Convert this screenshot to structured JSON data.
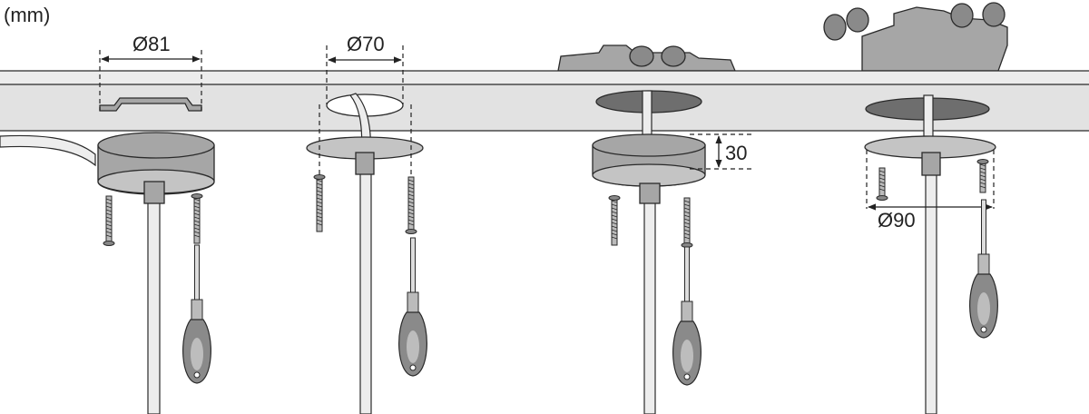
{
  "unit_label": "(mm)",
  "dimensions": {
    "panel1_diameter": "Ø81",
    "panel2_diameter": "Ø70",
    "panel3_height": "30",
    "panel4_diameter": "Ø90"
  },
  "colors": {
    "ceiling_top": "#ececec",
    "ceiling_band": "#e2e2e2",
    "part_gray": "#a6a6a6",
    "line": "#2a2a2a"
  }
}
